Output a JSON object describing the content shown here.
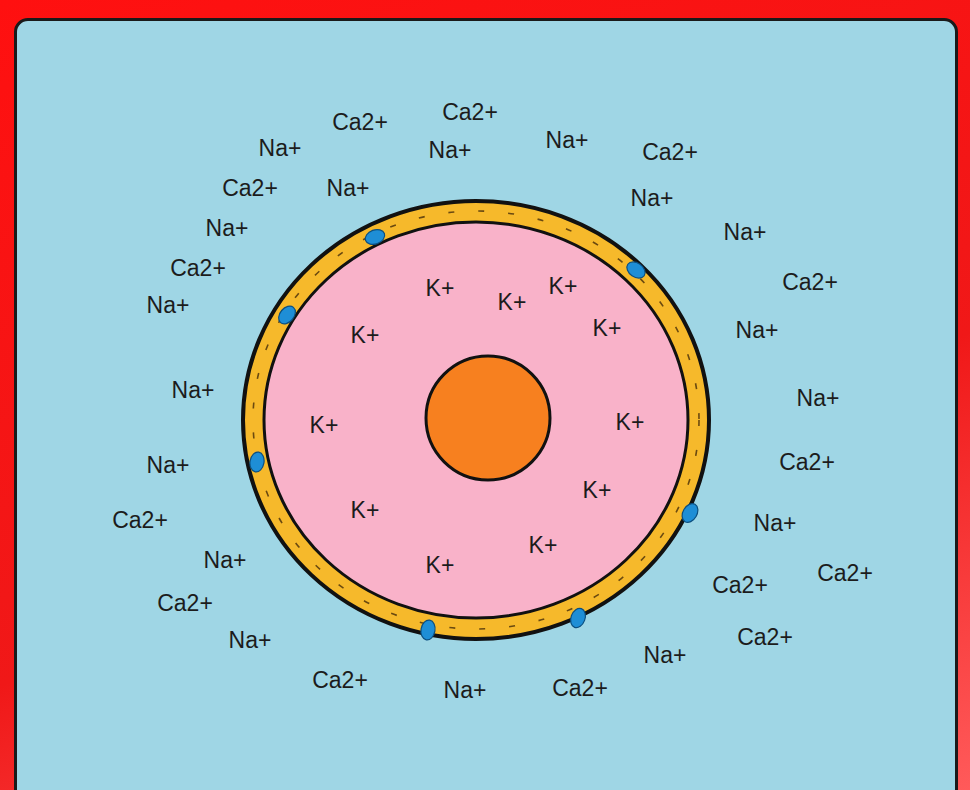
{
  "diagram": {
    "nodes": [
      {
        "text": [
          "K+",
          "K+",
          "K+",
          "K+",
          "K+",
          "K+",
          "K+",
          "K+",
          "K+",
          "K+",
          "K+"
        ]
      }
    ],
    "labels": [
      "Ca2+",
      "Ca2+",
      "Na+",
      "Na+",
      "Na+",
      "Ca2+",
      "Ca2+",
      "Na+",
      "Na+",
      "Na+",
      "Na+",
      "Ca2+",
      "Ca2+",
      "Na+",
      "Na+",
      "Na+",
      "Na+",
      "Ca2+",
      "Na+",
      "Ca2+",
      "Na+",
      "Na+",
      "Ca2+",
      "Ca2+",
      "Ca2+",
      "Ca2+",
      "Na+",
      "Na+",
      "Ca2+",
      "Ca2+",
      "Na+"
    ]
  }
}
